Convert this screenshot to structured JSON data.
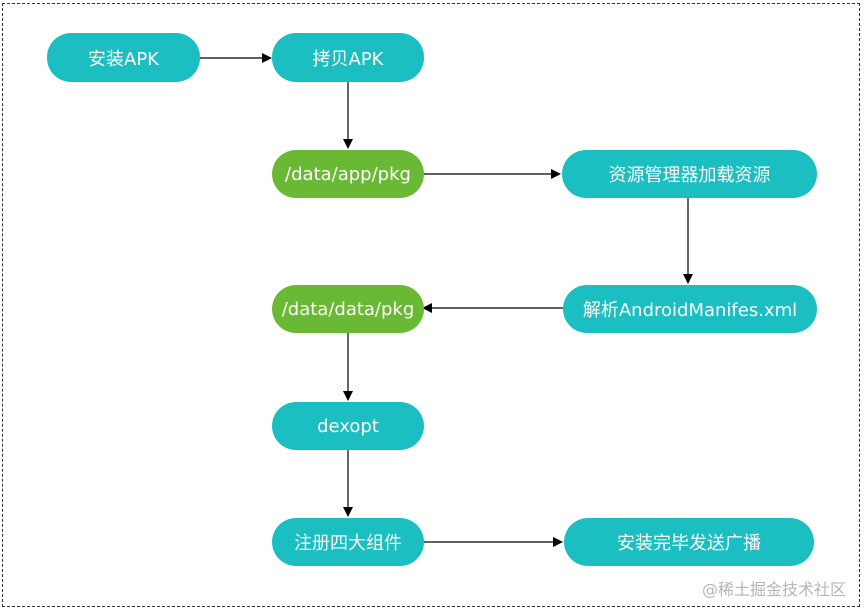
{
  "nodes": {
    "install_apk": "安装APK",
    "copy_apk": "拷贝APK",
    "data_app_pkg": "/data/app/pkg",
    "resource_manager": "资源管理器加载资源",
    "parse_manifest": "解析AndroidManifes.xml",
    "data_data_pkg": "/data/data/pkg",
    "dexopt": "dexopt",
    "register_components": "注册四大组件",
    "install_complete": "安装完毕发送广播"
  },
  "colors": {
    "process": "#1bbec1",
    "directory": "#6ab935",
    "arrow": "#000000"
  },
  "watermark": "@稀土掘金技术社区"
}
